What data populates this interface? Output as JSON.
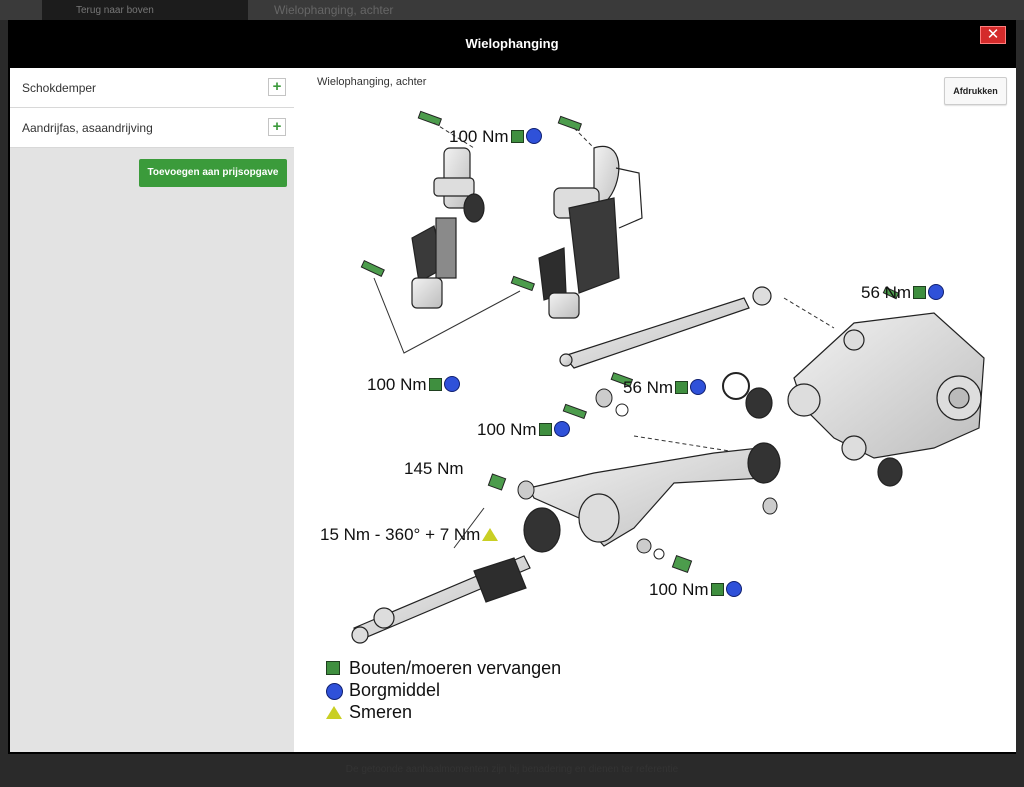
{
  "background": {
    "back_label": "Terug naar boven",
    "breadcrumb": "Wielophanging, achter",
    "footer": "De getoonde aanhaalmomenten zijn bij benadering en dienen ter referentie"
  },
  "modal": {
    "title": "Wielophanging",
    "close_label": "✕"
  },
  "sidebar": {
    "items": [
      {
        "label": "Schokdemper",
        "action": "+"
      },
      {
        "label": "Aandrijfas, asaandrijving",
        "action": "+"
      }
    ],
    "add_button": "Toevoegen aan prijsopgave"
  },
  "content": {
    "title": "Wielophanging, achter",
    "print_button": "Afdrukken"
  },
  "torque_labels": [
    {
      "id": "t1",
      "text": "100 Nm",
      "icons": [
        "square",
        "circle"
      ]
    },
    {
      "id": "t2",
      "text": "100 Nm",
      "icons": [
        "square",
        "circle"
      ]
    },
    {
      "id": "t3",
      "text": "56 Nm",
      "icons": [
        "square",
        "circle"
      ]
    },
    {
      "id": "t4",
      "text": "56 Nm",
      "icons": [
        "square",
        "circle"
      ]
    },
    {
      "id": "t5",
      "text": "100 Nm",
      "icons": [
        "square",
        "circle"
      ]
    },
    {
      "id": "t6",
      "text": "145 Nm",
      "icons": []
    },
    {
      "id": "t7",
      "text": "15 Nm - 360° + 7 Nm",
      "icons": [
        "triangle"
      ]
    },
    {
      "id": "t8",
      "text": "100 Nm",
      "icons": [
        "square",
        "circle"
      ]
    }
  ],
  "legend": [
    {
      "icon": "square",
      "text": "Bouten/moeren vervangen"
    },
    {
      "icon": "circle",
      "text": "Borgmiddel"
    },
    {
      "icon": "triangle",
      "text": "Smeren"
    }
  ],
  "colors": {
    "square": "#3f8f3f",
    "circle": "#2f51d9",
    "triangle": "#c9cf24",
    "add_button": "#3b9b3b",
    "close_button": "#d42a2a"
  }
}
